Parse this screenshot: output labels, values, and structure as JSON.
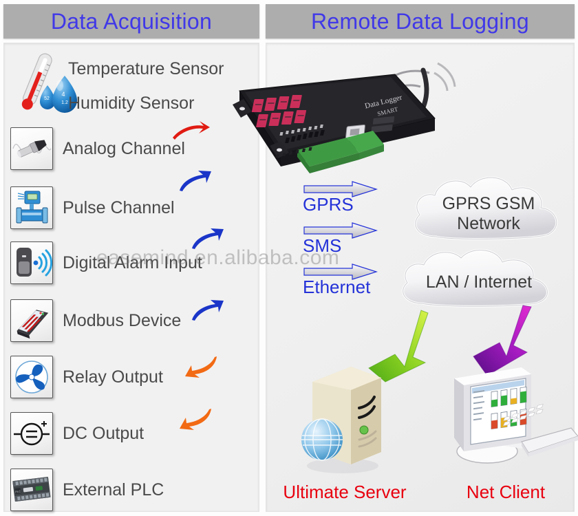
{
  "headers": {
    "left": "Data Acquisition",
    "right": "Remote Data Logging",
    "color": "#4038e8",
    "bar_color": "#adadad"
  },
  "sidebar": {
    "items": [
      {
        "label": "Temperature Sensor",
        "icon": "thermometer-icon"
      },
      {
        "label": "Humidity Sensor",
        "icon": "water-droplet-icon"
      },
      {
        "label": "Analog Channel",
        "icon": "analog-probe-icon"
      },
      {
        "label": "Pulse Channel",
        "icon": "flow-meter-icon"
      },
      {
        "label": "Digital Alarm Input",
        "icon": "motion-detector-icon"
      },
      {
        "label": "Modbus Device",
        "icon": "modbus-recorder-icon"
      },
      {
        "label": "Relay Output",
        "icon": "fan-relay-icon"
      },
      {
        "label": "DC Output",
        "icon": "dc-source-icon"
      },
      {
        "label": "External PLC",
        "icon": "plc-module-icon"
      }
    ],
    "arrows": [
      {
        "name": "red-curved-arrow",
        "color": "#e01b12",
        "direction": "up-right"
      },
      {
        "name": "blue-curved-arrow-1",
        "color": "#1a35c8",
        "direction": "up-right"
      },
      {
        "name": "blue-curved-arrow-2",
        "color": "#1a35c8",
        "direction": "up-right"
      },
      {
        "name": "blue-curved-arrow-3",
        "color": "#1a35c8",
        "direction": "up-right"
      },
      {
        "name": "orange-curved-arrow-1",
        "color": "#f26a14",
        "direction": "down-left"
      },
      {
        "name": "orange-curved-arrow-2",
        "color": "#f26a14",
        "direction": "down-left"
      }
    ]
  },
  "device": {
    "name": "smart-data-logger",
    "brand_text": "SMART",
    "model_text": "Data Logger",
    "has_antenna": true,
    "signal_waves": 3
  },
  "protocols": [
    {
      "label": "GPRS",
      "arrow": "right-block-arrow"
    },
    {
      "label": "SMS",
      "arrow": "right-block-arrow"
    },
    {
      "label": "Ethernet",
      "arrow": "right-block-arrow"
    }
  ],
  "clouds": [
    {
      "line1": "GPRS GSM",
      "line2": "Network"
    },
    {
      "line1": "LAN / Internet",
      "line2": ""
    }
  ],
  "endpoints": [
    {
      "label": "Ultimate Server",
      "icon": "server-tower-icon",
      "arrow_color": "#7ad11a",
      "arrow_name": "green-down-left-arrow"
    },
    {
      "label": "Net Client",
      "icon": "desktop-monitor-icon",
      "arrow_color": "#9b18b8",
      "arrow_name": "purple-down-left-arrow"
    }
  ],
  "watermark": {
    "text": "easemind.en.alibaba.com"
  },
  "colors": {
    "title_blue": "#4038e8",
    "protocol_blue": "#2432d8",
    "endpoint_red": "#e8000f",
    "panel_bg": "#f1f1f1",
    "header_gray": "#adadad"
  }
}
